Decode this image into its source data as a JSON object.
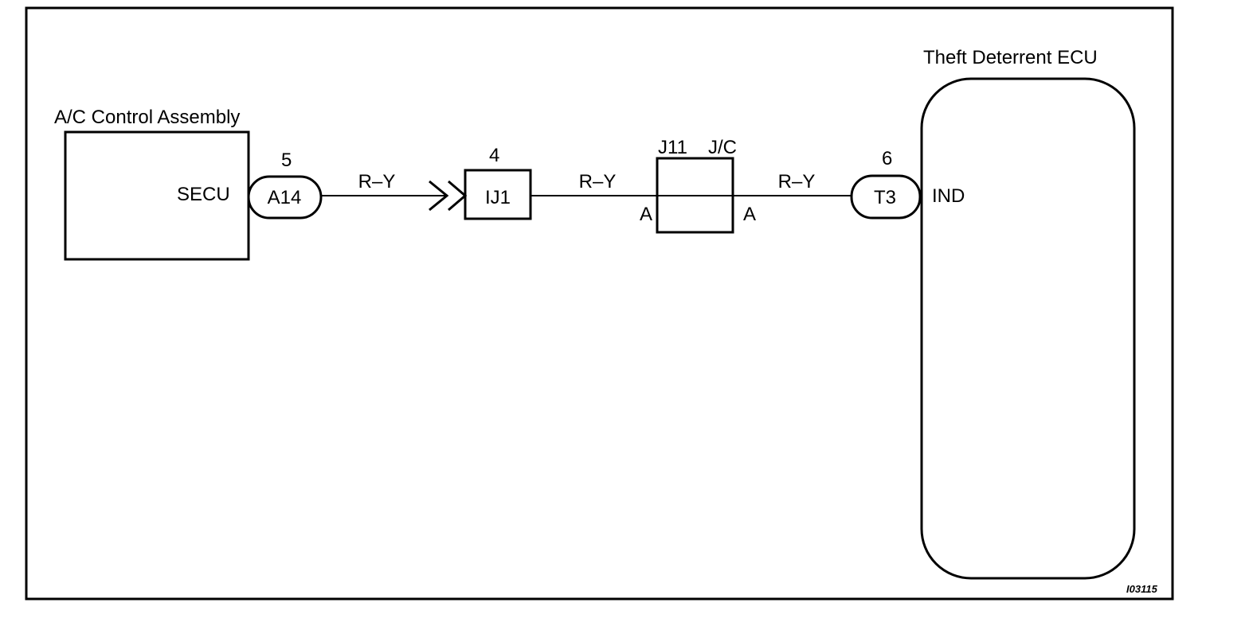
{
  "components": {
    "ac_control": {
      "title": "A/C Control Assembly",
      "terminal": "SECU",
      "connector": "A14",
      "pin": "5"
    },
    "connector_ij1": {
      "id": "IJ1",
      "pin": "4"
    },
    "junction_j11": {
      "label": "J11",
      "type": "J/C",
      "left_terminal": "A",
      "right_terminal": "A"
    },
    "theft_ecu": {
      "title": "Theft Deterrent ECU",
      "terminal": "IND",
      "connector": "T3",
      "pin": "6"
    }
  },
  "wires": [
    {
      "color_code": "R–Y"
    },
    {
      "color_code": "R–Y"
    },
    {
      "color_code": "R–Y"
    }
  ],
  "figure_ref": "I03115",
  "colors": {
    "line": "#000000",
    "background": "#ffffff"
  }
}
